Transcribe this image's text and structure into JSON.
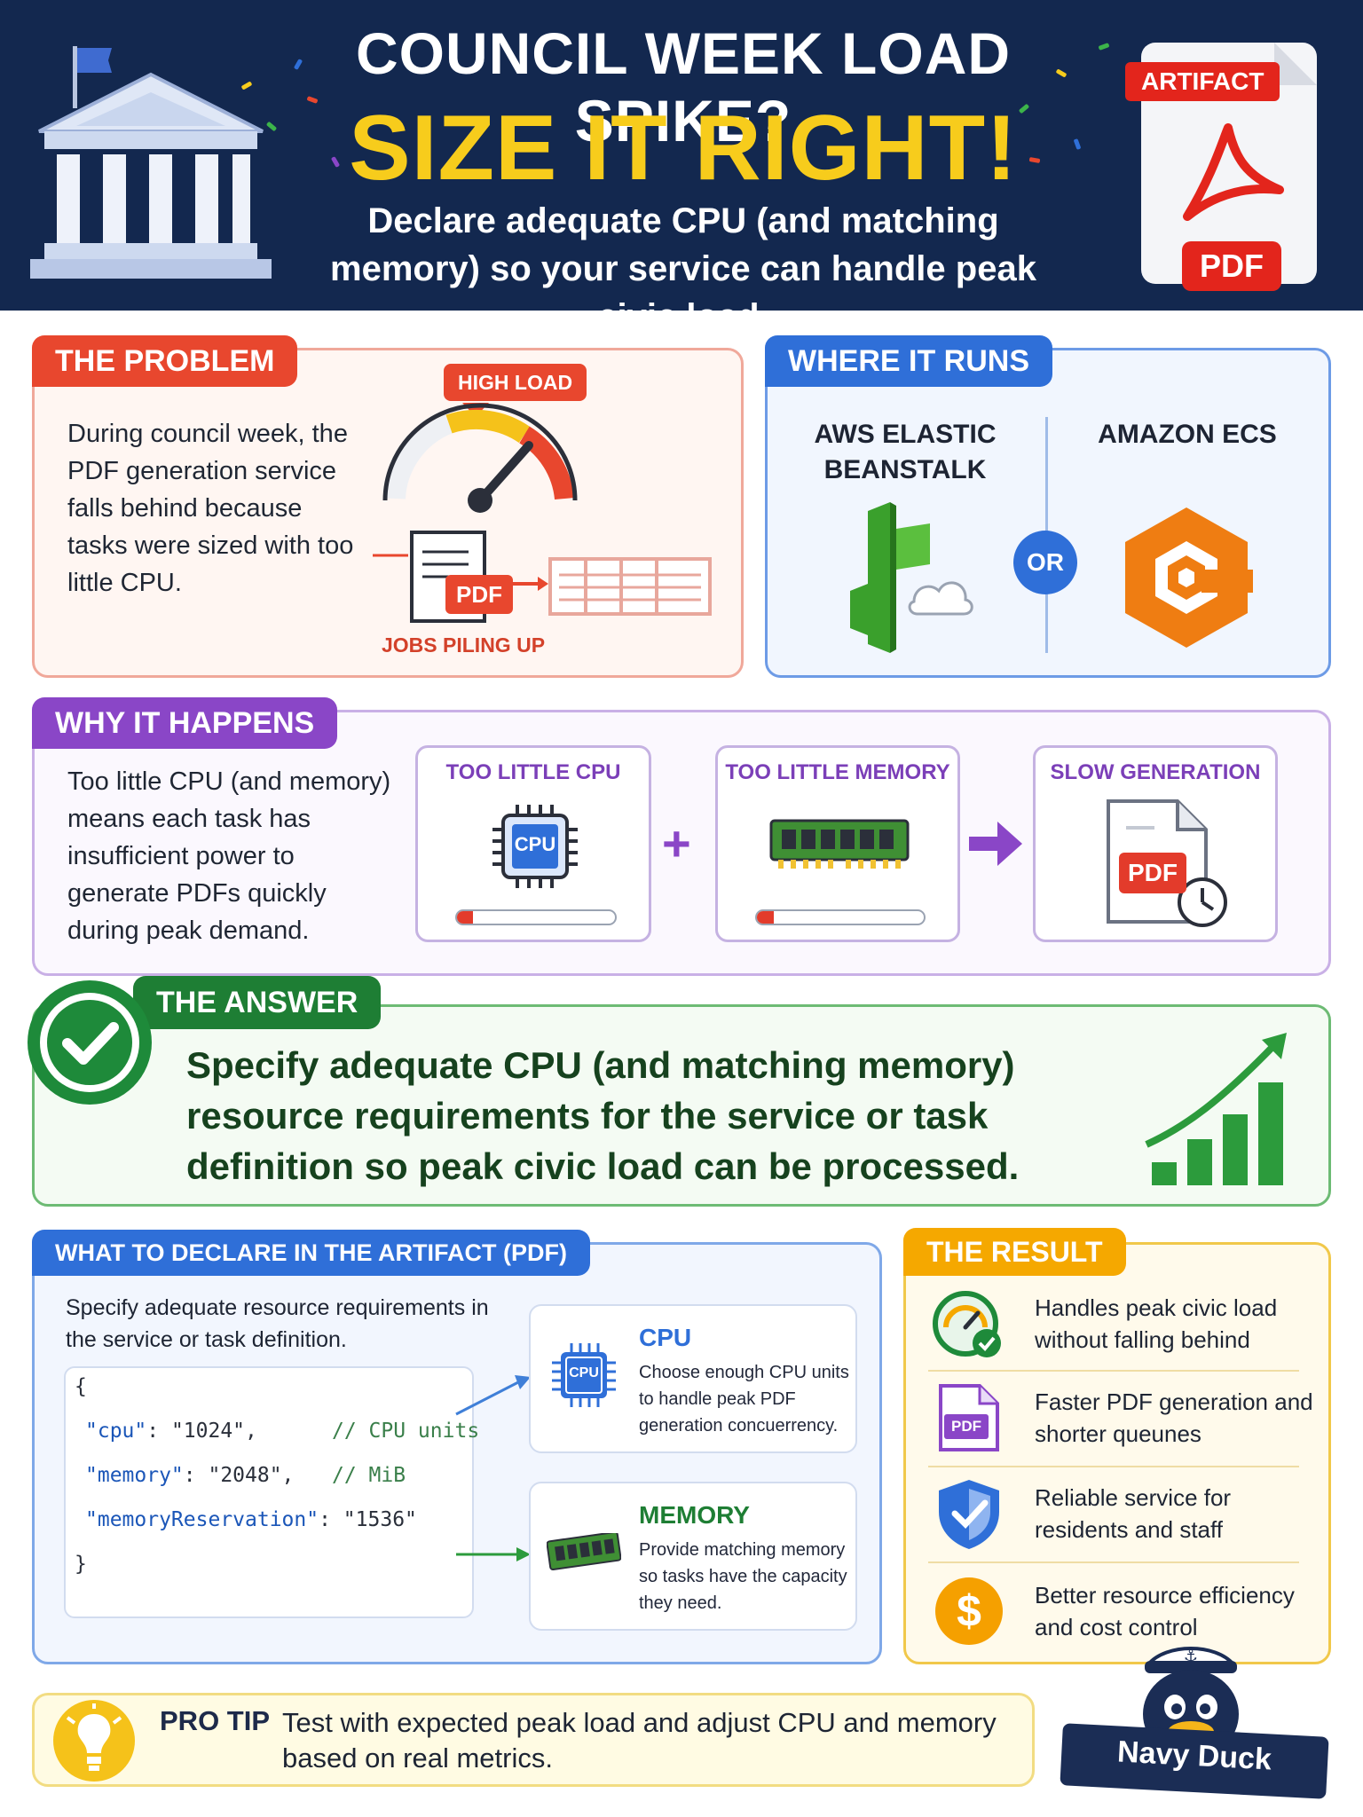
{
  "header": {
    "line1": "COUNCIL WEEK LOAD SPIKE?",
    "line2": "SIZE IT RIGHT!",
    "subtitle": "Declare adequate CPU (and matching memory) so your service can handle peak civic load.",
    "artifact_badge": "ARTIFACT",
    "pdf_badge": "PDF"
  },
  "problem": {
    "tab": "THE PROBLEM",
    "text": "During council week, the PDF generation service falls behind because tasks were sized with too little CPU.",
    "high_load_badge": "HIGH LOAD",
    "pdf_label": "PDF",
    "jobs_label": "JOBS PILING UP"
  },
  "where": {
    "tab": "WHERE IT RUNS",
    "option1": "AWS ELASTIC BEANSTALK",
    "or_label": "OR",
    "option2": "AMAZON ECS"
  },
  "why": {
    "tab": "WHY IT HAPPENS",
    "text": "Too little CPU (and memory) means each task has insufficient power to generate PDFs quickly during peak demand.",
    "card1_title": "TOO LITTLE CPU",
    "card1_chip": "CPU",
    "card1_level": 0.1,
    "card2_title": "TOO LITTLE MEMORY",
    "card2_level": 0.1,
    "card3_title": "SLOW GENERATION",
    "card3_pdf": "PDF"
  },
  "answer": {
    "tab": "THE ANSWER",
    "text": "Specify adequate CPU (and matching memory) resource requirements for the service or task definition so peak civic load can be processed."
  },
  "declare": {
    "tab": "WHAT TO DECLARE IN THE ARTIFACT (PDF)",
    "intro": "Specify adequate resource requirements in the service or task definition.",
    "code": {
      "open": "{",
      "cpu_key": "\"cpu\"",
      "cpu_val": ": \"1024\",",
      "cpu_comment": "// CPU units",
      "mem_key": "\"memory\"",
      "mem_val": ": \"2048\",",
      "mem_comment": "// MiB",
      "res_key": "\"memoryReservation\"",
      "res_val": ": \"1536\"",
      "close": "}"
    },
    "cpu_card": {
      "chip": "CPU",
      "title": "CPU",
      "desc": "Choose enough CPU units to handle peak PDF generation concuerrency."
    },
    "memory_card": {
      "title": "MEMORY",
      "desc": "Provide matching memory so tasks have the capacity they need."
    }
  },
  "result": {
    "tab": "THE RESULT",
    "items": [
      {
        "text": "Handles peak civic load without falling behind",
        "icon": "gauge-check-icon"
      },
      {
        "text": "Faster PDF generation and shorter queunes",
        "icon": "pdf-file-icon",
        "badge": "PDF"
      },
      {
        "text": "Reliable service for residents and staff",
        "icon": "shield-icon"
      },
      {
        "text": "Better resource efficiency and cost control",
        "icon": "dollar-icon",
        "symbol": "$"
      }
    ]
  },
  "tip": {
    "label": "PRO TIP",
    "text": "Test with expected peak load and adjust CPU and memory based on real metrics."
  },
  "brand": {
    "name": "Navy Duck"
  },
  "colors": {
    "navy": "#13284f",
    "yellow": "#f7cc1c",
    "problem": "#e8472e",
    "where": "#2f6fd8",
    "why": "#8a46c7",
    "answer": "#1e7e34",
    "result": "#f5a800",
    "beanstalk": "#3aa02c",
    "ecs": "#ef7d12"
  }
}
